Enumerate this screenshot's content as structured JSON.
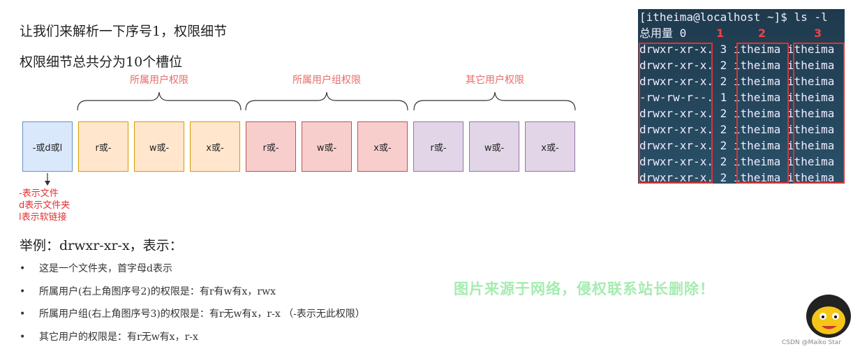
{
  "heading1": "让我们来解析一下序号1，权限细节",
  "heading2": "权限细节总共分为10个槽位",
  "groups": [
    "所属用户权限",
    "所属用户组权限",
    "其它用户权限"
  ],
  "slots": [
    "-或d或l",
    "r或-",
    "w或-",
    "x或-",
    "r或-",
    "w或-",
    "x或-",
    "r或-",
    "w或-",
    "x或-"
  ],
  "type_notes": [
    "-表示文件",
    "d表示文件夹",
    "l表示软链接"
  ],
  "example_title": "举例：drwxr-xr-x，表示：",
  "bullets": [
    "这是一个文件夹，首字母d表示",
    "所属用户(右上角图序号2)的权限是：有r有w有x，rwx",
    "所属用户组(右上角图序号3)的权限是：有r无w有x，r-x （-表示无此权限）",
    "其它用户的权限是：有r无w有x，r-x"
  ],
  "terminal": {
    "prompt": "[itheima@localhost ~]$ ls -l",
    "total": "总用量 0",
    "rows": [
      "drwxr-xr-x. 3 itheima itheima",
      "drwxr-xr-x. 2 itheima itheima",
      "drwxr-xr-x. 2 itheima itheima",
      "-rw-rw-r--. 1 itheima itheima",
      "drwxr-xr-x. 2 itheima itheima",
      "drwxr-xr-x. 2 itheima itheima",
      "drwxr-xr-x. 2 itheima itheima",
      "drwxr-xr-x. 2 itheima itheima",
      "drwxr-xr-x. 2 itheima itheima"
    ],
    "markers": [
      "1",
      "2",
      "3"
    ]
  },
  "watermark": "图片来源于网络，侵权联系站长删除！",
  "credit": "CSDN @Maiko Star"
}
